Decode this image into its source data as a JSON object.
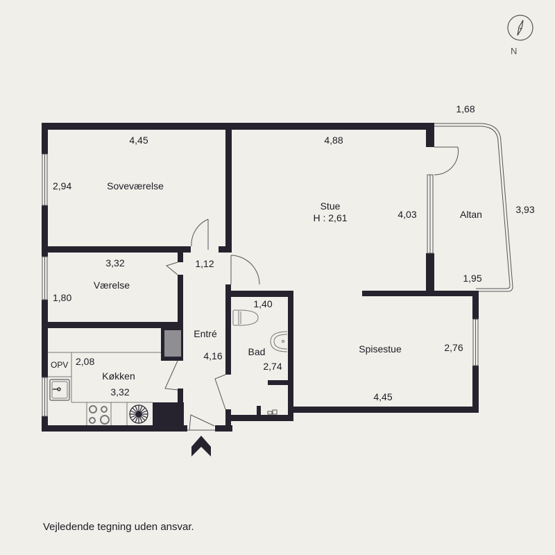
{
  "compass": {
    "icon": "compass-north-icon",
    "label": "N"
  },
  "disclaimer": "Vejledende tegning uden ansvar.",
  "colors": {
    "background": "#f0efea",
    "wall": "#26232f",
    "installation_shaft": "#8f8e93",
    "line": "#555555"
  },
  "rooms": {
    "sovevaerelse": {
      "name": "Soveværelse",
      "width": "4,45",
      "depth": "2,94"
    },
    "vaerelse": {
      "name": "Værelse",
      "width": "3,32",
      "depth": "1,80"
    },
    "koekken": {
      "name": "Køkken",
      "width": "3,32",
      "depth": "2,08",
      "opv": "OPV"
    },
    "entre": {
      "name": "Entré",
      "width": "1,12",
      "depth": "4,16"
    },
    "bad": {
      "name": "Bad",
      "width": "1,40",
      "depth": "2,74"
    },
    "stue": {
      "name": "Stue",
      "height_label": "H : 2,61",
      "width": "4,88",
      "depth": "4,03"
    },
    "spisestue": {
      "name": "Spisestue",
      "width": "4,45",
      "depth": "2,76"
    },
    "altan": {
      "name": "Altan",
      "top": "1,68",
      "side": "3,93",
      "bottom": "1,95"
    }
  },
  "entrance": {
    "icon": "entrance-arrow-icon"
  }
}
